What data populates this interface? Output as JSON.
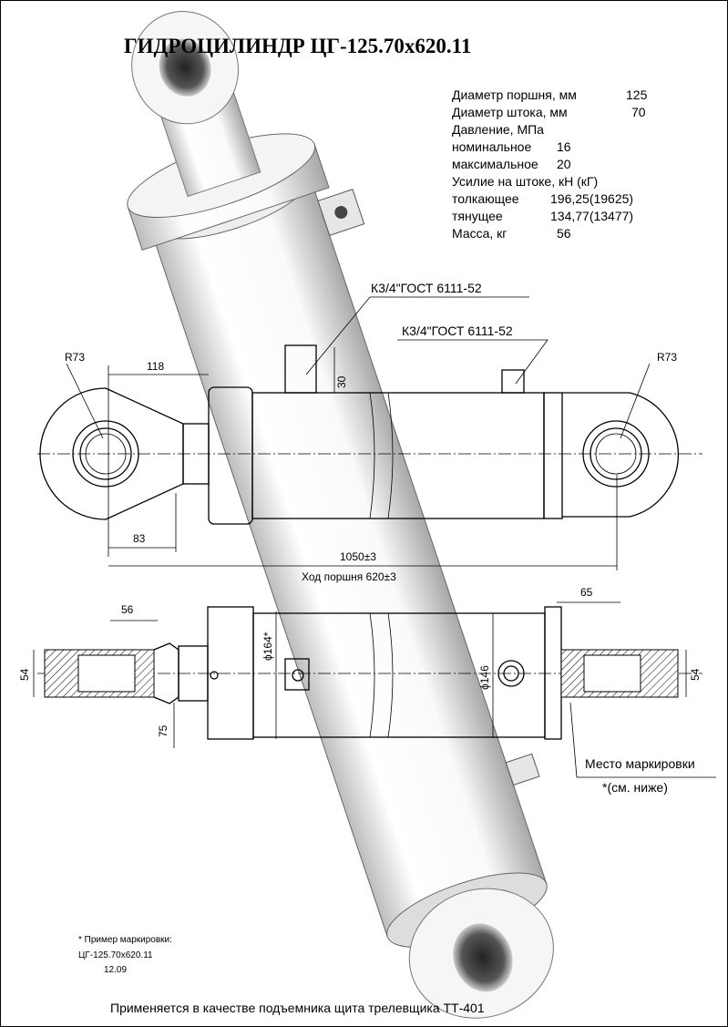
{
  "title": "ГИДРОЦИЛИНДР  ЦГ-125.70х620.11",
  "specs": [
    {
      "label": "Диаметр поршня, мм",
      "value": "125"
    },
    {
      "label": "Диаметр штока, мм",
      "value": "70"
    },
    {
      "label": "Давление, МПа",
      "value": ""
    },
    {
      "label": "номинальное",
      "value": "16"
    },
    {
      "label": "максимальное",
      "value": "20"
    },
    {
      "label": "Усилие на штоке, кН (кГ)",
      "value": ""
    },
    {
      "label": "толкающее",
      "value": "196,25(19625)"
    },
    {
      "label": "тянущее",
      "value": "134,77(13477)"
    },
    {
      "label": "Масса, кг",
      "value": "56"
    }
  ],
  "dimensions": {
    "port_left": "К3/4\"ГОСТ 6111-52",
    "port_right": "К3/4\"ГОСТ 6111-52",
    "radius_left": "R73",
    "radius_right": "R73",
    "d118": "118",
    "d30": "30",
    "d83": "83",
    "d1050": "1050±3",
    "stroke": "Ход поршня 620±3",
    "d56": "56",
    "d65": "65",
    "d54_left": "54",
    "d54_right": "54",
    "d75": "75",
    "d164": "ϕ164*",
    "d146": "ϕ146"
  },
  "marking": {
    "label": "Место маркировки",
    "note": "*(см. ниже)",
    "example_title": "* Пример маркировки:",
    "example_code": "ЦГ-125.70х620.11",
    "example_date": "12.09"
  },
  "footer": "Применяется в качестве подъемника щита трелевщика ТТ-401"
}
